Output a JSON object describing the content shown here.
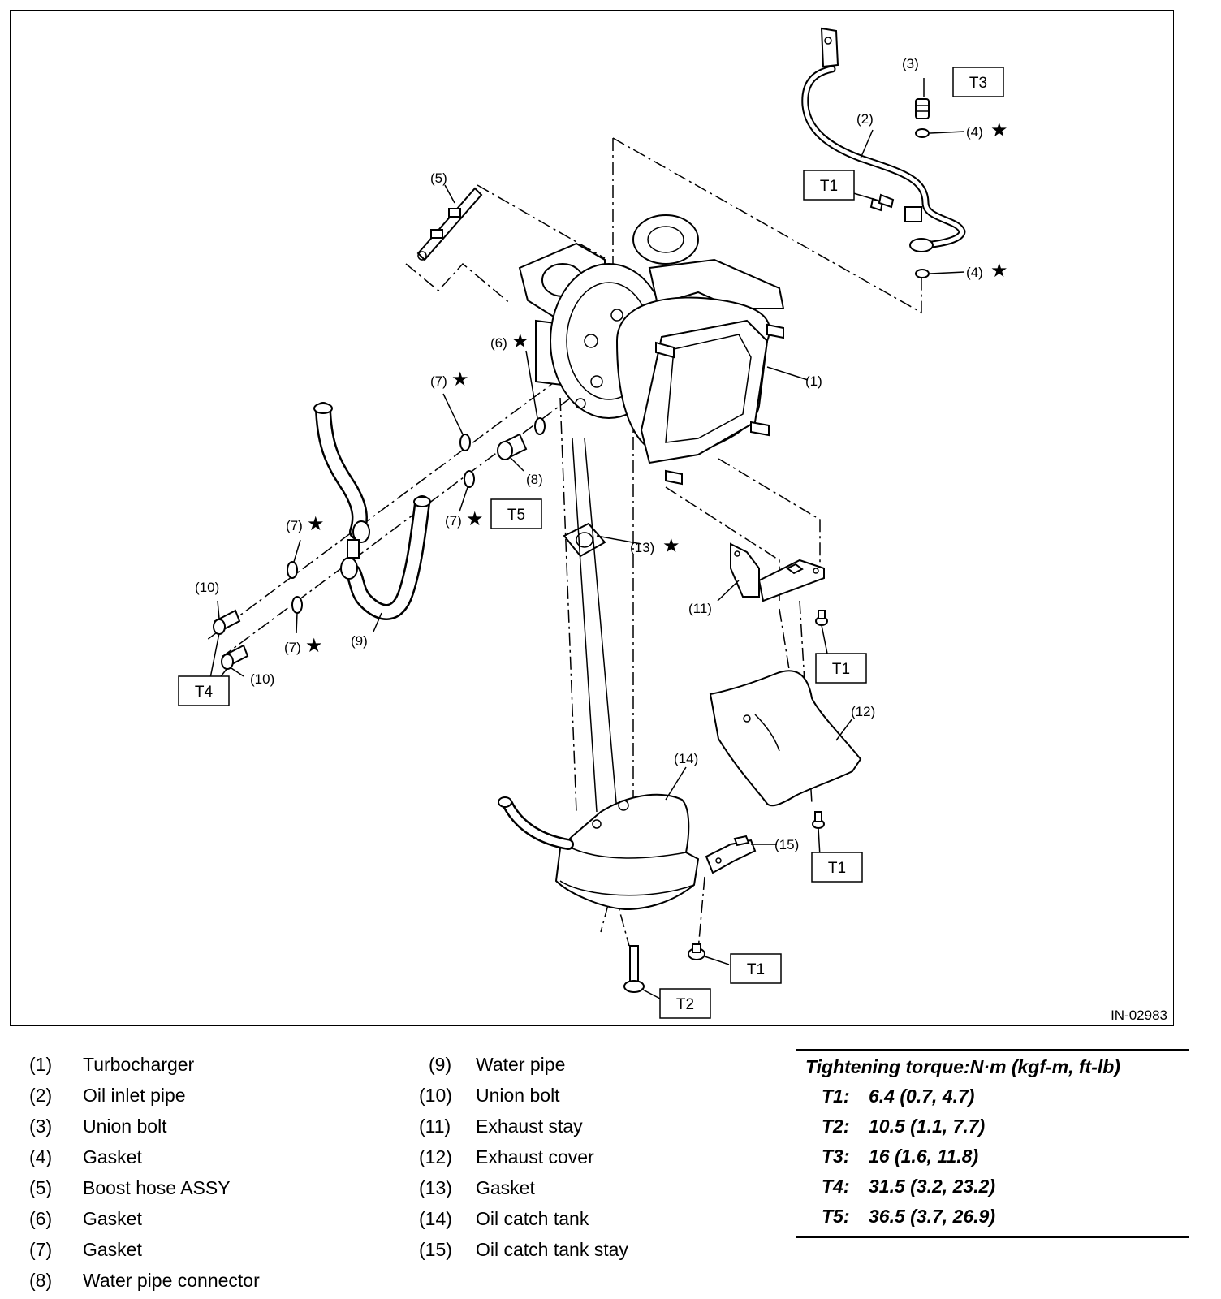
{
  "diagram": {
    "reference_code": "IN-02983",
    "callouts": {
      "c1": "(1)",
      "c2": "(2)",
      "c3": "(3)",
      "c4a": "(4)",
      "c4b": "(4)",
      "c5": "(5)",
      "c6": "(6)",
      "c7a": "(7)",
      "c7b": "(7)",
      "c7c": "(7)",
      "c7d": "(7)",
      "c8": "(8)",
      "c9": "(9)",
      "c10a": "(10)",
      "c10b": "(10)",
      "c11": "(11)",
      "c12": "(12)",
      "c13": "(13)",
      "c14": "(14)",
      "c15": "(15)"
    },
    "torque_boxes": {
      "t3": "T3",
      "t1_pipe": "T1",
      "t5": "T5",
      "t4": "T4",
      "t1_stay": "T1",
      "t1_cover": "T1",
      "t1_tank": "T1",
      "t2": "T2"
    },
    "star_symbol": "★"
  },
  "legend": {
    "col1": [
      {
        "num": "(1)",
        "name": "Turbocharger"
      },
      {
        "num": "(2)",
        "name": "Oil inlet pipe"
      },
      {
        "num": "(3)",
        "name": "Union bolt"
      },
      {
        "num": "(4)",
        "name": "Gasket"
      },
      {
        "num": "(5)",
        "name": "Boost hose ASSY"
      },
      {
        "num": "(6)",
        "name": "Gasket"
      },
      {
        "num": "(7)",
        "name": "Gasket"
      },
      {
        "num": "(8)",
        "name": "Water pipe connector"
      }
    ],
    "col2": [
      {
        "num": "(9)",
        "name": "Water pipe"
      },
      {
        "num": "(10)",
        "name": "Union bolt"
      },
      {
        "num": "(11)",
        "name": "Exhaust stay"
      },
      {
        "num": "(12)",
        "name": "Exhaust cover"
      },
      {
        "num": "(13)",
        "name": "Gasket"
      },
      {
        "num": "(14)",
        "name": "Oil catch tank"
      },
      {
        "num": "(15)",
        "name": "Oil catch tank stay"
      }
    ]
  },
  "torque_table": {
    "title": "Tightening torque:N·m (kgf-m, ft-lb)",
    "rows": [
      {
        "code": "T1:",
        "value": "6.4 (0.7, 4.7)"
      },
      {
        "code": "T2:",
        "value": "10.5 (1.1, 7.7)"
      },
      {
        "code": "T3:",
        "value": "16 (1.6, 11.8)"
      },
      {
        "code": "T4:",
        "value": "31.5 (3.2, 23.2)"
      },
      {
        "code": "T5:",
        "value": "36.5 (3.7, 26.9)"
      }
    ]
  }
}
